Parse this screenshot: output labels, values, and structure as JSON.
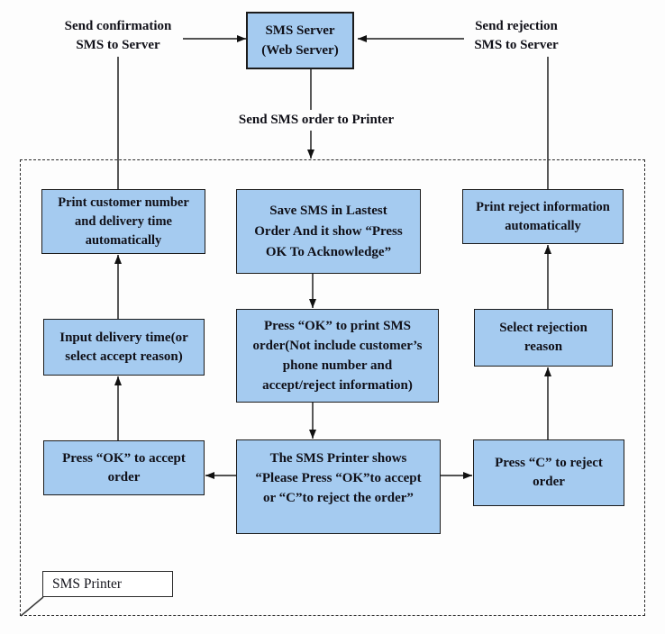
{
  "diagram": {
    "server": {
      "label": "SMS Server\n(Web Server)"
    },
    "edge_labels": {
      "send_confirmation": "Send confirmation\nSMS to Server",
      "send_rejection": "Send rejection\nSMS to Server",
      "send_sms_order": "Send SMS order to Printer"
    },
    "boundary_label": "SMS Printer",
    "nodes": {
      "print_customer": "Print customer number\nand delivery time\nautomatically",
      "save_sms": "Save SMS in Lastest\nOrder And it show “Press\nOK To Acknowledge”",
      "print_reject": "Print reject information\nautomatically",
      "input_delivery": "Input delivery time(or\nselect accept reason)",
      "press_ok_print": "Press “OK” to print SMS\norder(Not include customer’s\nphone number and\naccept/reject information)",
      "select_rejection": "Select rejection\nreason",
      "press_ok_accept": "Press “OK” to accept\norder",
      "printer_shows": "The SMS Printer shows\n“Please Press “OK”to accept\nor “C”to reject the order”",
      "press_c_reject": "Press “C” to reject\norder"
    },
    "colors": {
      "node_fill": "#A5CBF0",
      "node_border": "#1B1B1B",
      "connector": "#3A3A3A"
    }
  }
}
